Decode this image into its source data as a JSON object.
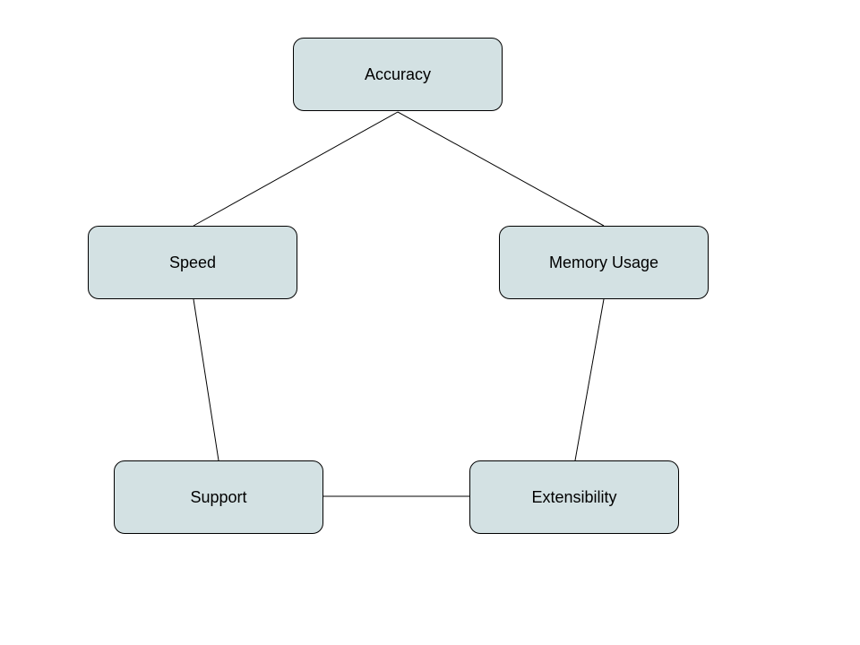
{
  "diagram": {
    "node_fill": "#d3e1e3",
    "node_border": "#000000",
    "edge_color": "#000000",
    "nodes": [
      {
        "id": "accuracy",
        "label": "Accuracy"
      },
      {
        "id": "speed",
        "label": "Speed"
      },
      {
        "id": "memory_usage",
        "label": "Memory Usage"
      },
      {
        "id": "support",
        "label": "Support"
      },
      {
        "id": "extensibility",
        "label": "Extensibility"
      }
    ],
    "edges": [
      {
        "from": "accuracy",
        "to": "speed"
      },
      {
        "from": "accuracy",
        "to": "memory_usage"
      },
      {
        "from": "speed",
        "to": "support"
      },
      {
        "from": "memory_usage",
        "to": "extensibility"
      },
      {
        "from": "support",
        "to": "extensibility"
      }
    ]
  }
}
